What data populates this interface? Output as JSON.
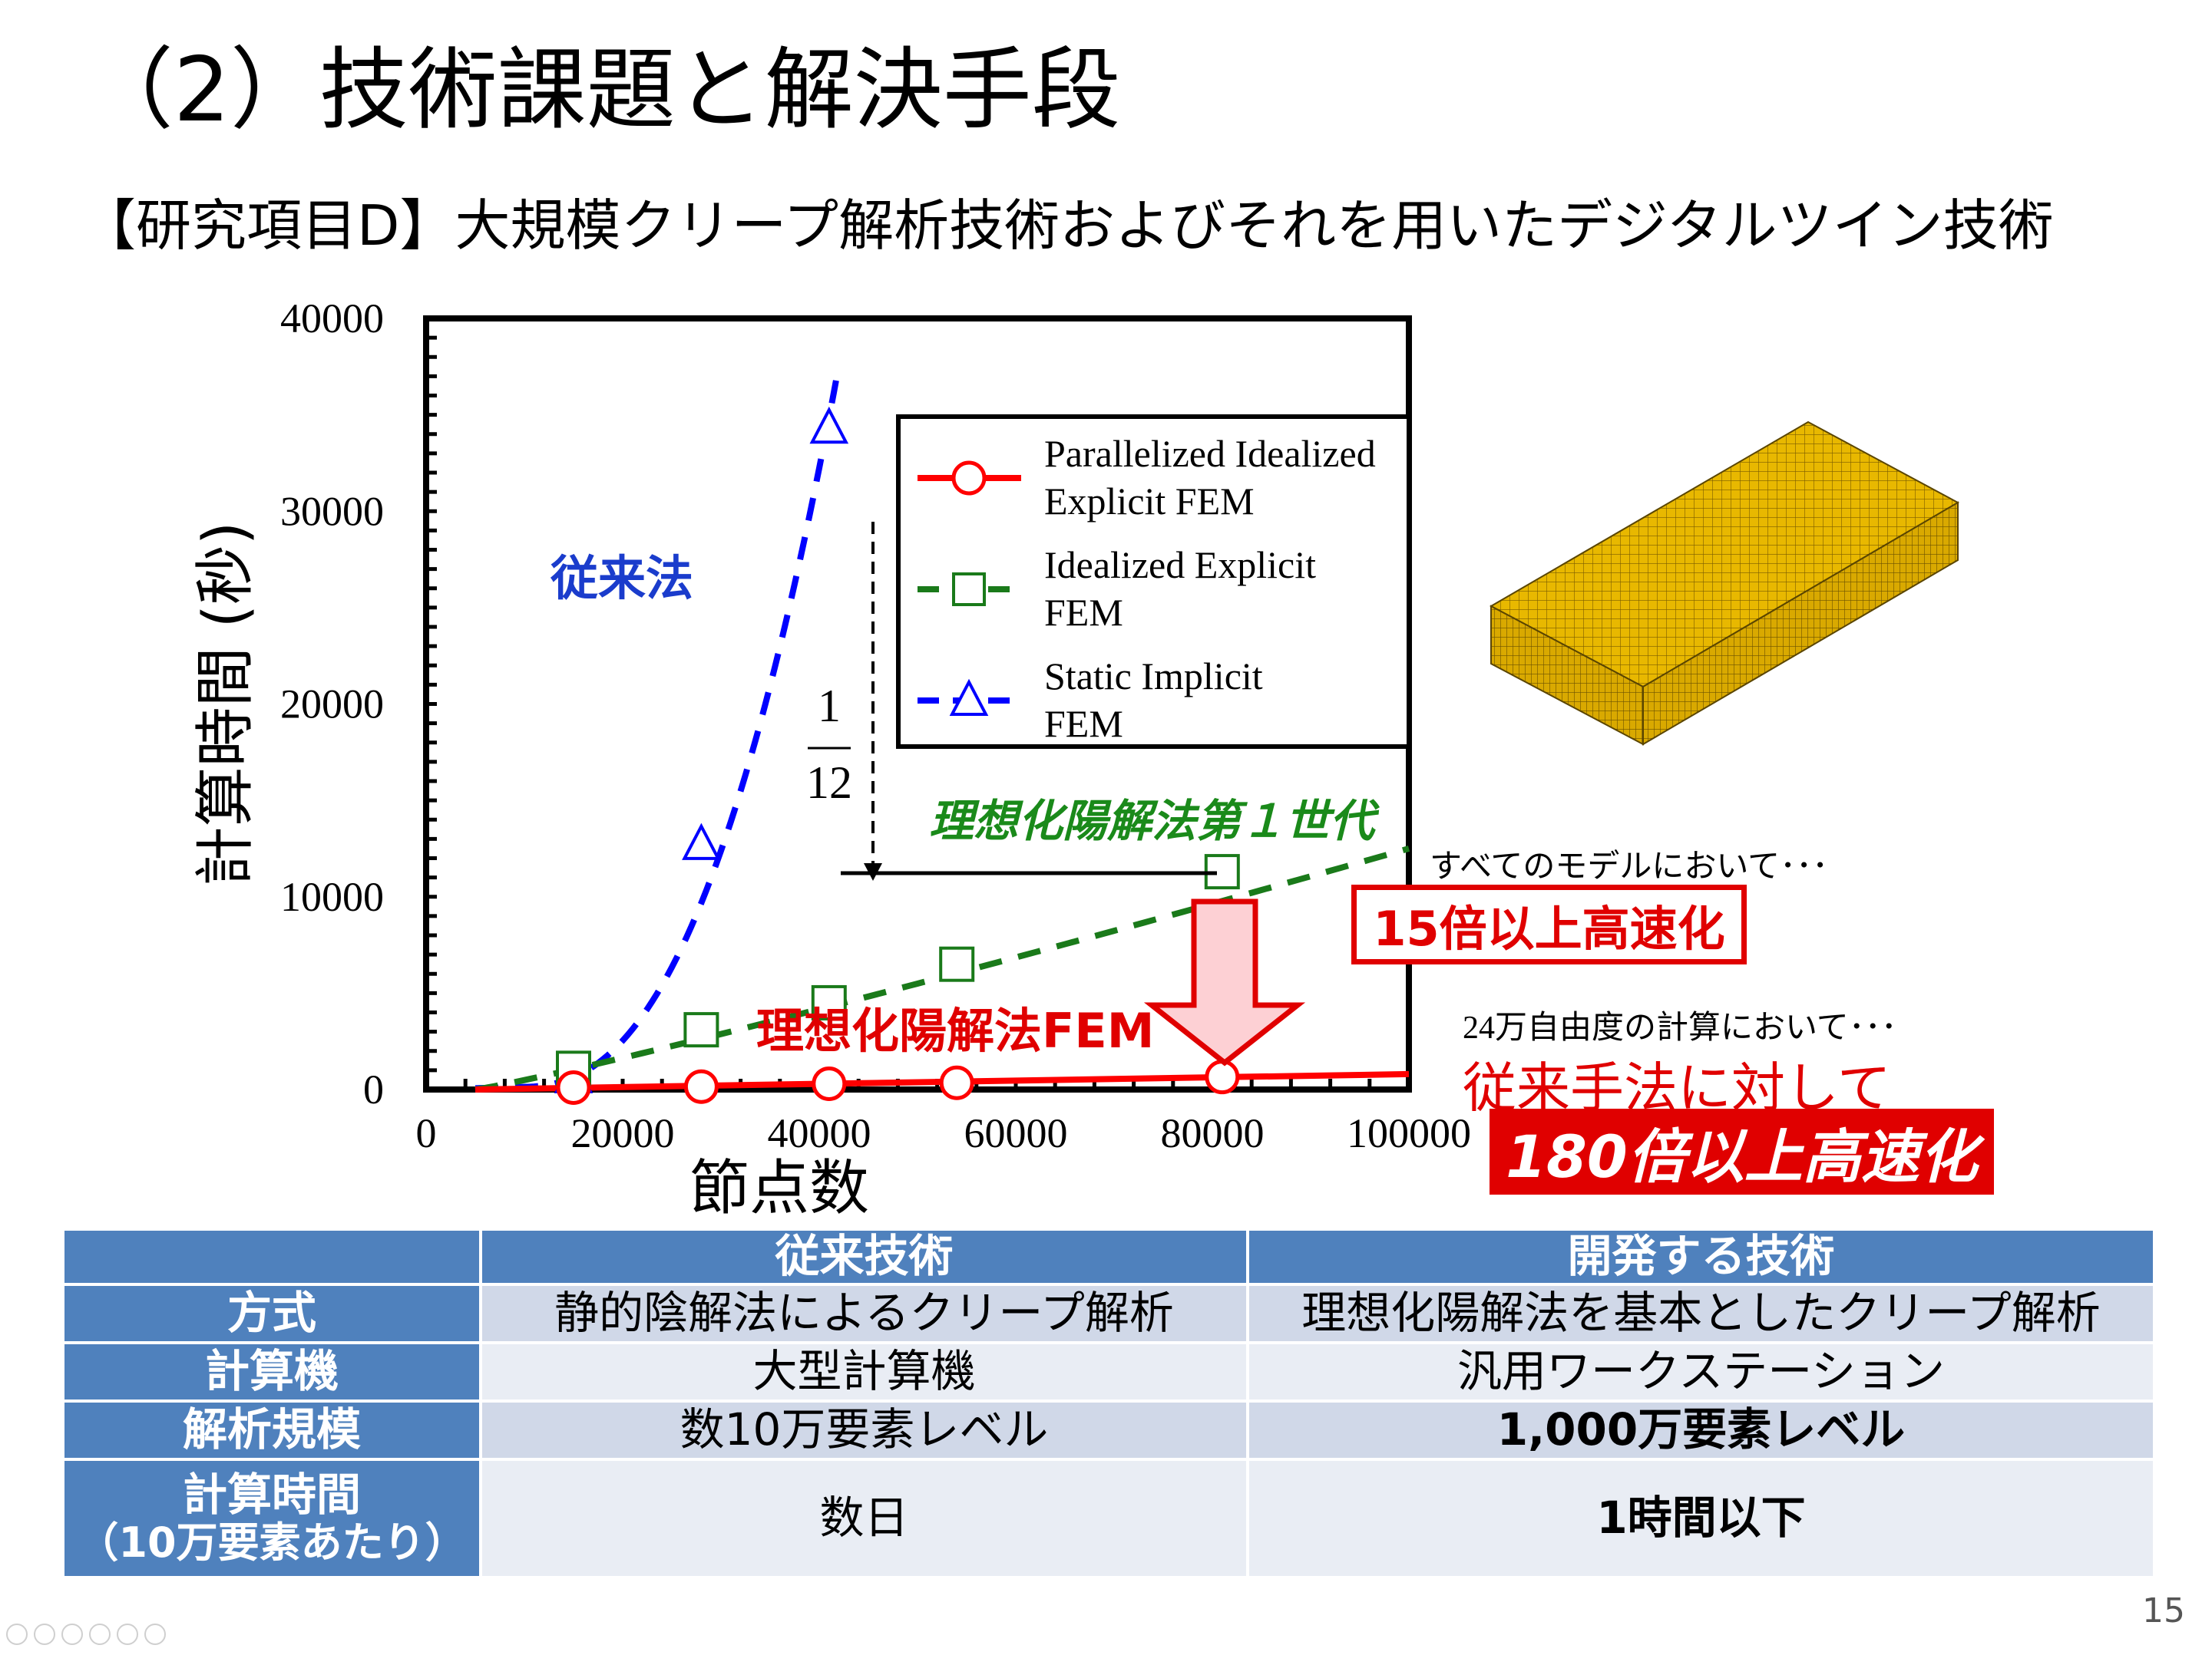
{
  "title": "（2）技術課題と解決手段",
  "subtitle": "【研究項目D】大規模クリープ解析技術およびそれを用いたデジタルツイン技術",
  "chart_data": {
    "type": "line",
    "xlabel": "節点数",
    "ylabel": "計算時間 (秒)",
    "xlim": [
      0,
      100000
    ],
    "ylim": [
      0,
      40000
    ],
    "xticks": [
      "0",
      "20000",
      "40000",
      "60000",
      "80000",
      "100000"
    ],
    "yticks": [
      "0",
      "10000",
      "20000",
      "30000",
      "40000"
    ],
    "legend_position": "top-right",
    "series": [
      {
        "name": "Parallelized Idealized Explicit FEM",
        "color": "#ff0000",
        "marker": "circle",
        "line": "solid",
        "x": [
          15000,
          28000,
          41000,
          54000,
          81000
        ],
        "y": [
          100,
          150,
          300,
          350,
          650
        ]
      },
      {
        "name": "Idealized Explicit FEM",
        "color": "#1a7a1a",
        "marker": "square",
        "line": "dashed",
        "x": [
          15000,
          28000,
          41000,
          54000,
          81000
        ],
        "y": [
          1100,
          3100,
          4500,
          6500,
          11300
        ]
      },
      {
        "name": "Static Implicit FEM",
        "color": "#0000ff",
        "marker": "triangle",
        "line": "dashed",
        "x": [
          15000,
          28000,
          41000
        ],
        "y": [
          600,
          12700,
          34300
        ]
      }
    ],
    "legend_labels": [
      [
        "Parallelized Idealized",
        "Explicit FEM"
      ],
      [
        "Idealized Explicit",
        "FEM"
      ],
      [
        "Static Implicit",
        "FEM"
      ]
    ],
    "annotations": {
      "conventional": "従来法",
      "gen1": "理想化陽解法第１世代",
      "ratio_num": "1",
      "ratio_den": "12",
      "proposed": "理想化陽解法FEM"
    }
  },
  "callouts": {
    "note_all_models": "すべてのモデルにおいて･･･",
    "speedup_15": "15倍以上高速化",
    "note_240k": "24万自由度の計算において･･･",
    "vs_conventional": "従来手法に対して",
    "speedup_180": "180倍以上高速化"
  },
  "table": {
    "headers": [
      "",
      "従来技術",
      "開発する技術"
    ],
    "rows": [
      {
        "label": "方式",
        "conventional": "静的陰解法によるクリープ解析",
        "developed": "理想化陽解法を基本としたクリープ解析"
      },
      {
        "label": "計算機",
        "conventional": "大型計算機",
        "developed": "汎用ワークステーション"
      },
      {
        "label": "解析規模",
        "conventional": "数10万要素レベル",
        "developed": "1,000万要素レベル"
      },
      {
        "label": "計算時間",
        "label2": "（10万要素あたり）",
        "conventional": "数日",
        "developed": "1時間以下"
      }
    ]
  },
  "page_number": "15",
  "colors": {
    "header_blue": "#4f81bd",
    "cell_light": "#d0d8e8",
    "cell_lighter": "#e9edf4",
    "accent_red": "#e00000",
    "mesh_yellow": "#e8b800"
  }
}
